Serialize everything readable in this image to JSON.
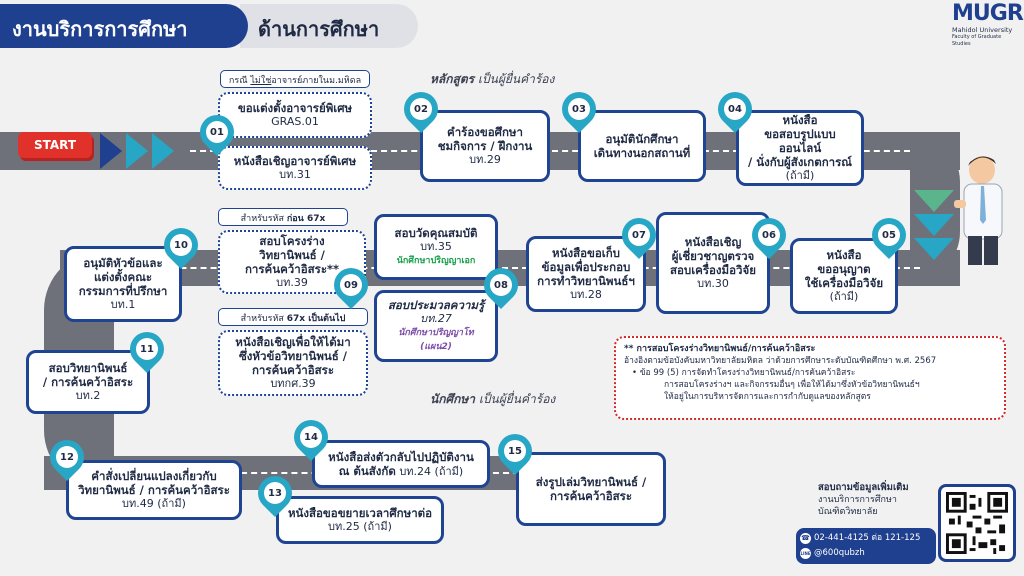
{
  "header": {
    "title_left": "งานบริการการศึกษา",
    "title_right": "ด้านการศึกษา",
    "logo_text": "MUGR",
    "logo_sub1": "Mahidol University",
    "logo_sub2": "Faculty of Graduate Studies"
  },
  "start_label": "START",
  "section_curriculum": {
    "bold": "หลักสูตร",
    "rest": " เป็นผู้ยื่นคำร้อง"
  },
  "section_student": {
    "bold": "นักศึกษา",
    "rest": " เป็นผู้ยื่นคำร้อง"
  },
  "step01": {
    "num": "01",
    "note": "กรณี ไม่ใช่อาจารย์ภายในม.มหิดล",
    "note_prefix": "กรณี ",
    "note_u": "ไม่ใช่",
    "note_suffix": "อาจารย์ภายในม.มหิดล",
    "card1_title": "ขอแต่งตั้งอาจารย์พิเศษ",
    "card1_code": "GRAS.01",
    "card2_title": "หนังสือเชิญอาจารย์พิเศษ",
    "card2_code": "บท.31"
  },
  "step02": {
    "num": "02",
    "line1": "คำร้องขอศึกษา",
    "line2": "ชมกิจการ / ฝึกงาน",
    "code": "บท.29"
  },
  "step03": {
    "num": "03",
    "line1": "อนุมัตินักศึกษา",
    "line2": "เดินทางนอกสถานที่"
  },
  "step04": {
    "num": "04",
    "line1": "หนังสือ",
    "line2": "ขอสอบรูปแบบออนไลน์",
    "line3": "/ นั่งกับผู้สังเกตการณ์",
    "code": "(ถ้ามี)"
  },
  "step05": {
    "num": "05",
    "line1": "หนังสือ",
    "line2": "ขออนุญาต",
    "line3": "ใช้เครื่องมือวิจัย",
    "code": "(ถ้ามี)"
  },
  "step06": {
    "num": "06",
    "line1": "หนังสือเชิญ",
    "line2": "ผู้เชี่ยวชาญตรวจ",
    "line3": "สอบเครื่องมือวิจัย",
    "code": "บท.30"
  },
  "step07": {
    "num": "07",
    "line1": "หนังสือขอเก็บ",
    "line2": "ข้อมูลเพื่อประกอบ",
    "line3": "การทำวิทยานิพนธ์ฯ",
    "code": "บท.28"
  },
  "step08": {
    "num": "08",
    "card1_title": "สอบวัดคุณสมบัติ",
    "card1_code": "บท.35",
    "card1_tag": "นักศึกษาปริญญาเอก",
    "card2_title": "สอบประมวลความรู้",
    "card2_code": "บท.27",
    "card2_tag1": "นักศึกษาปริญญาโท",
    "card2_tag2": "(แผน2)"
  },
  "step09": {
    "num": "09",
    "note1_prefix": "สำหรับรหัส ",
    "note1_bold": "ก่อน 67x",
    "card1_l1": "สอบโครงร่าง",
    "card1_l2": "วิทยานิพนธ์ /",
    "card1_l3": "การค้นคว้าอิสระ**",
    "card1_code": "บท.39",
    "note2_prefix": "สำหรับรหัส ",
    "note2_bold": "67x เป็นต้นไป",
    "card2_l1": "หนังสือเชิญเพื่อให้ได้มา",
    "card2_l2": "ซึ่งหัวข้อวิทยานิพนธ์ /",
    "card2_l3": "การค้นคว้าอิสระ",
    "card2_code": "บทกศ.39"
  },
  "step10": {
    "num": "10",
    "line1": "อนุมัติหัวข้อและ",
    "line2": "แต่งตั้งคณะ",
    "line3": "กรรมการที่ปรึกษา",
    "code": "บท.1"
  },
  "step11": {
    "num": "11",
    "line1": "สอบวิทยานิพนธ์",
    "line2": "/ การค้นคว้าอิสระ",
    "code": "บท.2"
  },
  "step12": {
    "num": "12",
    "line1": "คำสั่งเปลี่ยนแปลงเกี่ยวกับ",
    "line2": "วิทยานิพนธ์ / การค้นคว้าอิสระ",
    "code": "บท.49 (ถ้ามี)"
  },
  "step13": {
    "num": "13",
    "line1": "หนังสือขอขยายเวลาศึกษาต่อ",
    "code": "บท.25 (ถ้ามี)"
  },
  "step14": {
    "num": "14",
    "line1": "หนังสือส่งตัวกลับไปปฏิบัติงาน",
    "line2_bold": "ณ ต้นสังกัด",
    "line2_rest": " บท.24 (ถ้ามี)"
  },
  "step15": {
    "num": "15",
    "line1": "ส่งรูปเล่มวิทยานิพนธ์ /",
    "line2": "การค้นคว้าอิสระ"
  },
  "footnote": {
    "title": "** การสอบโครงร่างวิทยานิพนธ์/การค้นคว้าอิสระ",
    "line1": "อ้างอิงตามข้อบังคับมหาวิทยาลัยมหิดล ว่าด้วยการศึกษาระดับบัณฑิตศึกษา พ.ศ. 2567",
    "line2": "• ข้อ 99 (5) การจัดทำโครงร่างวิทยานิพนธ์/การค้นคว้าอิสระ",
    "line3": "การสอบโครงร่างฯ และกิจกรรมอื่นๆ เพื่อให้ได้มาซึ่งหัวข้อวิทยานิพนธ์ฯ",
    "line4": "ให้อยู่ในการบริหารจัดการและการกำกับดูแลของหลักสูตร"
  },
  "contact": {
    "title": "สอบถามข้อมูลเพิ่มเติม",
    "line1": "งานบริการการศึกษา",
    "line2": "บัณฑิตวิทยาลัย",
    "phone": "02-441-4125 ต่อ 121-125",
    "line_id": "@600qubzh",
    "line_icon_label": "LINE"
  },
  "colors": {
    "navy": "#1f4592",
    "teal": "#27a7c5",
    "road": "#6e7179",
    "red_dotted": "#d42a2a"
  }
}
